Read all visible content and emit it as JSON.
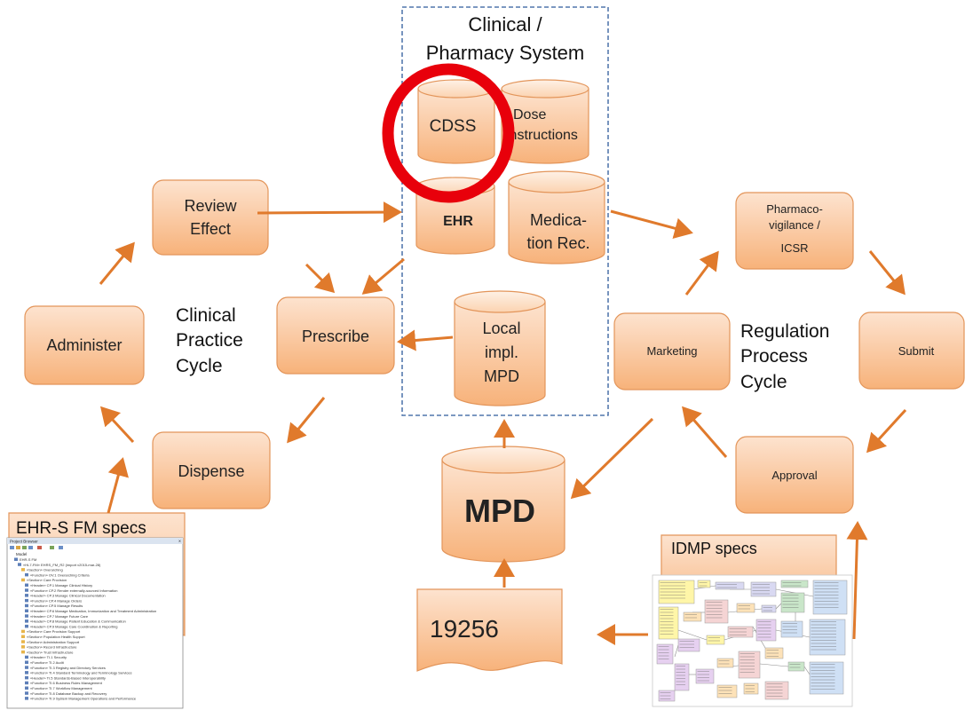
{
  "clinical_system": {
    "title_line1": "Clinical /",
    "title_line2": "Pharmacy System"
  },
  "databases": {
    "cdss": "CDSS",
    "dose_line1": "Dose",
    "dose_line2": "instructions",
    "ehr": "EHR",
    "medrec_line1": "Medica-",
    "medrec_line2": "tion Rec.",
    "local_line1": "Local",
    "local_line2": "impl.",
    "local_line3": "MPD",
    "mpd": "MPD"
  },
  "clinical_cycle": {
    "review_line1": "Review",
    "review_line2": "Effect",
    "prescribe": "Prescribe",
    "administer": "Administer",
    "dispense": "Dispense",
    "label_line1": "Clinical",
    "label_line2": "Practice",
    "label_line3": "Cycle"
  },
  "regulation_cycle": {
    "pv_line1": "Pharmaco-",
    "pv_line2": "vigilance /",
    "pv_line3": "ICSR",
    "submit": "Submit",
    "marketing": "Marketing",
    "approval": "Approval",
    "label_line1": "Regulation",
    "label_line2": "Process",
    "label_line3": "Cycle"
  },
  "documents": {
    "iso": "19256",
    "ehr_spec": "EHR-S FM specs",
    "idmp_spec": "IDMP specs"
  },
  "ehr_thumb": {
    "title": "Project Browser",
    "root": "Model",
    "lines": [
      "EHR-S FM",
      "«HL7-FM» EHRS_FM_R2 (import v2015-mar-28)",
      "«Section» Overarching",
      "«Function» OV.1 Overarching Criteria",
      "«Section» Care Provision",
      "«Header» CP.1 Manage Clinical History",
      "«Function» CP.2 Render externally-sourced Information",
      "«Header» CP.3 Manage Clinical Documentation",
      "«Function» CP.4 Manage Orders",
      "«Function» CP.5 Manage Results",
      "«Header» CP.6 Manage Medication, Immunization and Treatment Administration",
      "«Header» CP.7 Manage Future Care",
      "«Header» CP.8 Manage Patient Education & Communication",
      "«Header» CP.9 Manage Care Coordination & Reporting",
      "«Section» Care Provision Support",
      "«Section» Population Health Support",
      "«Section» Administration Support",
      "«Section» Record Infrastructure",
      "«Section» Trust Infrastructure",
      "«Header» TI.1 Security",
      "«Function» TI.2 Audit",
      "«Function» TI.3 Registry and Directory Services",
      "«Function» TI.4 Standard Terminology and Terminology Services",
      "«Header» TI.5 Standards-Based Interoperability",
      "«Function» TI.6 Business Rules Management",
      "«Function» TI.7 Workflow Management",
      "«Function» TI.8 Database Backup and Recovery",
      "«Function» TI.9 System Management Operations and Performance"
    ]
  },
  "colors": {
    "box_top": "#fde3cf",
    "box_bottom": "#f7b27a",
    "stroke": "#e3955a",
    "arrow": "#e07a2c",
    "highlight": "#e8000b",
    "frame": "#2e5a9c"
  }
}
